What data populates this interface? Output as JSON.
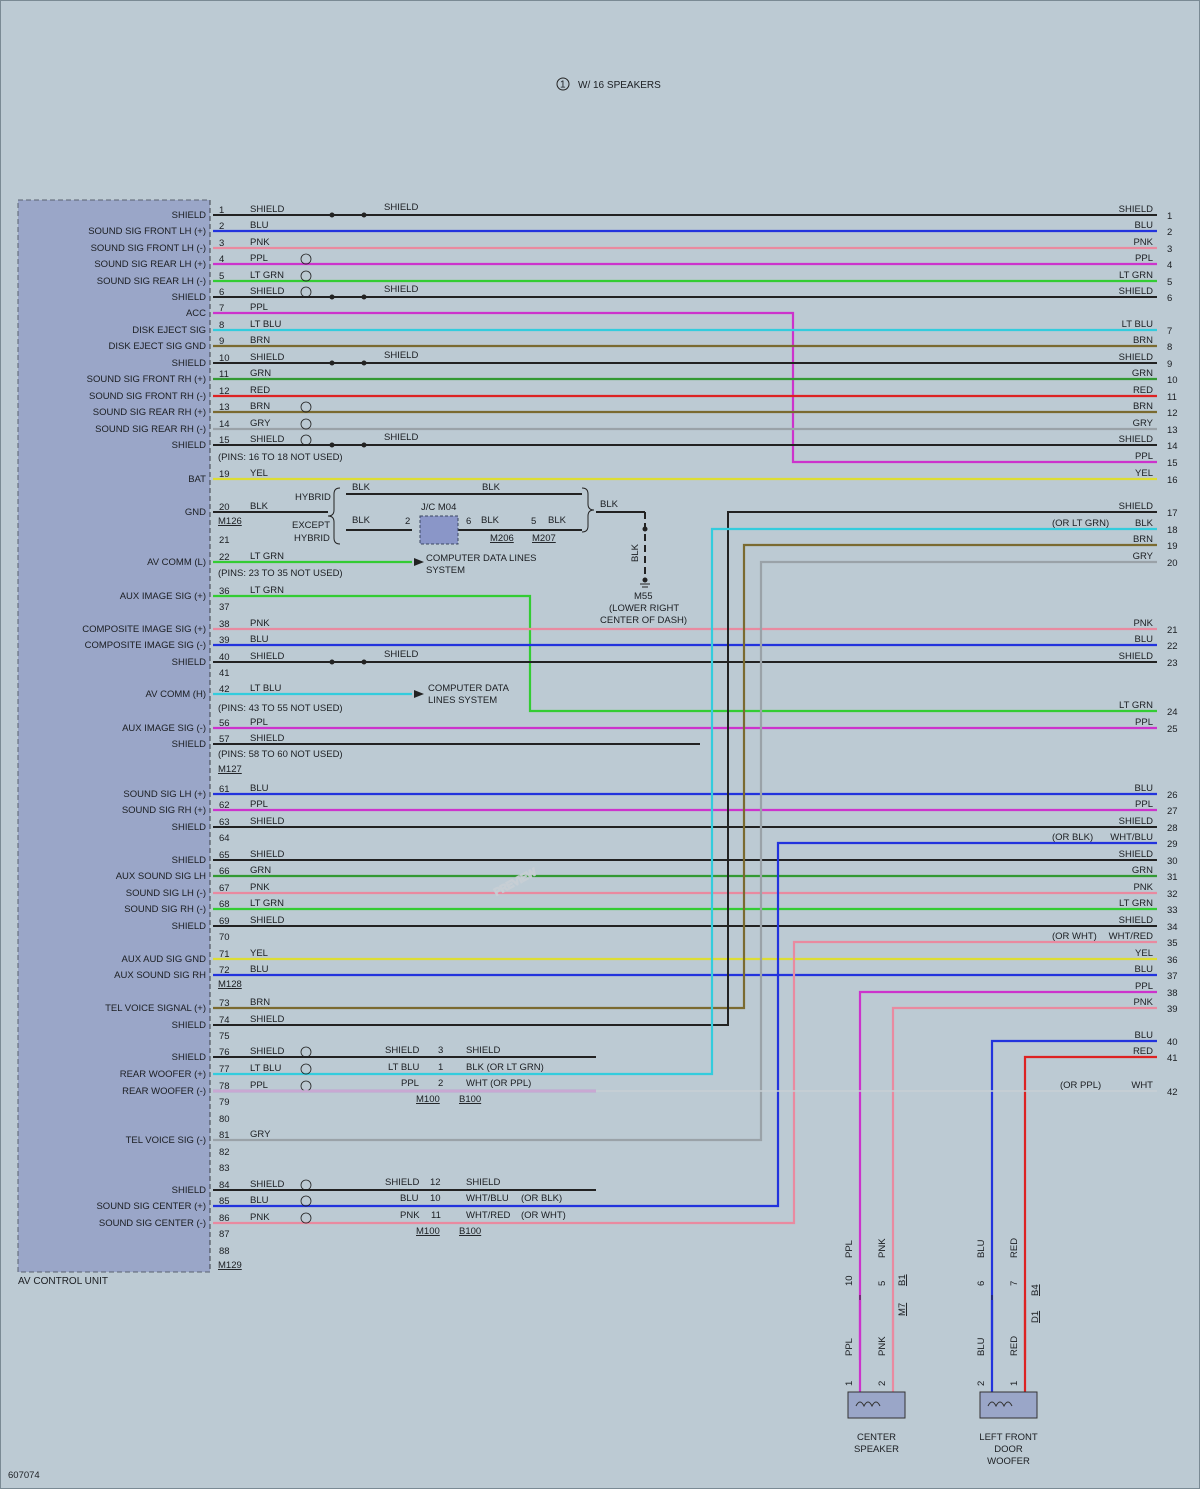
{
  "header_note": "W/ 16 SPEAKERS",
  "note_symbol": "1",
  "unit_label": "AV CONTROL UNIT",
  "diagram_id": "607074",
  "watermark": "PREVIEW",
  "colors": {
    "SHIELD": "#222222",
    "BLU": "#2233dd",
    "PNK": "#e98aa0",
    "PPL": "#cc33cc",
    "LT GRN": "#33cc33",
    "LT BLU": "#33ccdd",
    "BRN": "#7a6a30",
    "GRN": "#339933",
    "RED": "#dd2222",
    "GRY": "#9aa2a8",
    "YEL": "#dddd33",
    "BLK": "#222222",
    "WHT": "#e8e8e8",
    "WHT/BLU": "#8888ff",
    "WHT/RED": "#d08080"
  },
  "signals": [
    {
      "name": "SHIELD"
    },
    {
      "name": "SOUND SIG FRONT LH (+)"
    },
    {
      "name": "SOUND SIG FRONT LH (-)"
    },
    {
      "name": "SOUND SIG REAR LH (+)"
    },
    {
      "name": "SOUND SIG REAR LH (-)"
    },
    {
      "name": "SHIELD"
    },
    {
      "name": "ACC"
    },
    {
      "name": "DISK EJECT SIG"
    },
    {
      "name": "DISK EJECT SIG GND"
    },
    {
      "name": "SHIELD"
    },
    {
      "name": "SOUND SIG FRONT RH (+)"
    },
    {
      "name": "SOUND SIG FRONT RH (-)"
    },
    {
      "name": "SOUND SIG REAR RH (+)"
    },
    {
      "name": "SOUND SIG REAR RH (-)"
    },
    {
      "name": "SHIELD"
    },
    {
      "name": "BAT"
    },
    {
      "name": "GND"
    },
    {
      "name": "AV COMM (L)"
    },
    {
      "name": "AUX IMAGE SIG (+)"
    },
    {
      "name": "COMPOSITE IMAGE SIG (+)"
    },
    {
      "name": "COMPOSITE IMAGE SIG (-)"
    },
    {
      "name": "SHIELD"
    },
    {
      "name": "AV COMM (H)"
    },
    {
      "name": "AUX IMAGE SIG (-)"
    },
    {
      "name": "SHIELD"
    },
    {
      "name": "SOUND SIG LH (+)"
    },
    {
      "name": "SOUND SIG RH (+)"
    },
    {
      "name": "SHIELD"
    },
    {
      "name": "SHIELD"
    },
    {
      "name": "AUX SOUND SIG LH"
    },
    {
      "name": "SOUND SIG LH (-)"
    },
    {
      "name": "SOUND SIG RH (-)"
    },
    {
      "name": "SHIELD"
    },
    {
      "name": "AUX AUD SIG GND"
    },
    {
      "name": "AUX SOUND SIG RH"
    },
    {
      "name": "TEL VOICE SIGNAL (+)"
    },
    {
      "name": "SHIELD"
    },
    {
      "name": "SHIELD"
    },
    {
      "name": "REAR WOOFER (+)"
    },
    {
      "name": "REAR WOOFER (-)"
    },
    {
      "name": "TEL VOICE SIG (-)"
    },
    {
      "name": "SHIELD"
    },
    {
      "name": "SOUND SIG CENTER (+)"
    },
    {
      "name": "SOUND SIG CENTER (-)"
    }
  ],
  "wires": [
    {
      "pin": "1",
      "color": "SHIELD",
      "rpin": "1",
      "rlabel": "SHIELD"
    },
    {
      "pin": "2",
      "color": "BLU",
      "rpin": "2",
      "rlabel": "BLU"
    },
    {
      "pin": "3",
      "color": "PNK",
      "rpin": "3",
      "rlabel": "PNK"
    },
    {
      "pin": "4",
      "color": "PPL",
      "rpin": "4",
      "rlabel": "PPL"
    },
    {
      "pin": "5",
      "color": "LT GRN",
      "rpin": "5",
      "rlabel": "LT GRN"
    },
    {
      "pin": "6",
      "color": "SHIELD",
      "rpin": "6",
      "rlabel": "SHIELD"
    },
    {
      "pin": "7",
      "color": "PPL",
      "rpin": "15",
      "rlabel": "PPL"
    },
    {
      "pin": "8",
      "color": "LT BLU",
      "rpin": "7",
      "rlabel": "LT BLU"
    },
    {
      "pin": "9",
      "color": "BRN",
      "rpin": "8",
      "rlabel": "BRN"
    },
    {
      "pin": "10",
      "color": "SHIELD",
      "rpin": "9",
      "rlabel": "SHIELD"
    },
    {
      "pin": "11",
      "color": "GRN",
      "rpin": "10",
      "rlabel": "GRN"
    },
    {
      "pin": "12",
      "color": "RED",
      "rpin": "11",
      "rlabel": "RED"
    },
    {
      "pin": "13",
      "color": "BRN",
      "rpin": "12",
      "rlabel": "BRN"
    },
    {
      "pin": "14",
      "color": "GRY",
      "rpin": "13",
      "rlabel": "GRY"
    },
    {
      "pin": "15",
      "color": "SHIELD",
      "rpin": "14",
      "rlabel": "SHIELD"
    },
    {
      "pin": "19",
      "color": "YEL",
      "rpin": "16",
      "rlabel": "YEL"
    },
    {
      "pin": "20",
      "color": "BLK",
      "rpin": "",
      "rlabel": ""
    },
    {
      "pin": "21",
      "color": "",
      "rpin": "",
      "rlabel": ""
    },
    {
      "pin": "22",
      "color": "LT GRN",
      "rpin": "",
      "rlabel": ""
    },
    {
      "pin": "36",
      "color": "LT GRN",
      "rpin": "24",
      "rlabel": "LT GRN"
    },
    {
      "pin": "37",
      "color": "",
      "rpin": "",
      "rlabel": ""
    },
    {
      "pin": "38",
      "color": "PNK",
      "rpin": "21",
      "rlabel": "PNK"
    },
    {
      "pin": "39",
      "color": "BLU",
      "rpin": "22",
      "rlabel": "BLU"
    },
    {
      "pin": "40",
      "color": "SHIELD",
      "rpin": "23",
      "rlabel": "SHIELD"
    },
    {
      "pin": "41",
      "color": "",
      "rpin": "",
      "rlabel": ""
    },
    {
      "pin": "42",
      "color": "LT BLU",
      "rpin": "",
      "rlabel": ""
    },
    {
      "pin": "56",
      "color": "PPL",
      "rpin": "25",
      "rlabel": "PPL"
    },
    {
      "pin": "57",
      "color": "SHIELD",
      "rpin": "",
      "rlabel": ""
    },
    {
      "pin": "61",
      "color": "BLU",
      "rpin": "26",
      "rlabel": "BLU"
    },
    {
      "pin": "62",
      "color": "PPL",
      "rpin": "27",
      "rlabel": "PPL"
    },
    {
      "pin": "63",
      "color": "SHIELD",
      "rpin": "28",
      "rlabel": "SHIELD"
    },
    {
      "pin": "64",
      "color": "",
      "rpin": "",
      "rlabel": ""
    },
    {
      "pin": "65",
      "color": "SHIELD",
      "rpin": "30",
      "rlabel": "SHIELD"
    },
    {
      "pin": "66",
      "color": "GRN",
      "rpin": "31",
      "rlabel": "GRN"
    },
    {
      "pin": "67",
      "color": "PNK",
      "rpin": "32",
      "rlabel": "PNK"
    },
    {
      "pin": "68",
      "color": "LT GRN",
      "rpin": "33",
      "rlabel": "LT GRN"
    },
    {
      "pin": "69",
      "color": "SHIELD",
      "rpin": "34",
      "rlabel": "SHIELD"
    },
    {
      "pin": "70",
      "color": "",
      "rpin": "",
      "rlabel": ""
    },
    {
      "pin": "71",
      "color": "YEL",
      "rpin": "36",
      "rlabel": "YEL"
    },
    {
      "pin": "72",
      "color": "BLU",
      "rpin": "37",
      "rlabel": "BLU"
    },
    {
      "pin": "73",
      "color": "BRN",
      "rpin": "",
      "rlabel": ""
    },
    {
      "pin": "74",
      "color": "SHIELD",
      "rpin": "",
      "rlabel": ""
    },
    {
      "pin": "75",
      "color": "",
      "rpin": "",
      "rlabel": ""
    },
    {
      "pin": "76",
      "color": "SHIELD",
      "rpin": "",
      "rlabel": ""
    },
    {
      "pin": "77",
      "color": "LT BLU",
      "rpin": "",
      "rlabel": ""
    },
    {
      "pin": "78",
      "color": "PPL",
      "rpin": "",
      "rlabel": ""
    },
    {
      "pin": "79",
      "color": "",
      "rpin": "",
      "rlabel": ""
    },
    {
      "pin": "80",
      "color": "",
      "rpin": "",
      "rlabel": ""
    },
    {
      "pin": "81",
      "color": "GRY",
      "rpin": "",
      "rlabel": ""
    },
    {
      "pin": "82",
      "color": "",
      "rpin": "",
      "rlabel": ""
    },
    {
      "pin": "83",
      "color": "",
      "rpin": "",
      "rlabel": ""
    },
    {
      "pin": "84",
      "color": "SHIELD",
      "rpin": "",
      "rlabel": ""
    },
    {
      "pin": "85",
      "color": "BLU",
      "rpin": "",
      "rlabel": ""
    },
    {
      "pin": "86",
      "color": "PNK",
      "rpin": "",
      "rlabel": ""
    },
    {
      "pin": "87",
      "color": "",
      "rpin": "",
      "rlabel": ""
    },
    {
      "pin": "88",
      "color": "",
      "rpin": "",
      "rlabel": ""
    }
  ],
  "right_extra": [
    {
      "rpin": "17",
      "rlabel": "SHIELD"
    },
    {
      "rpin": "18",
      "rlabel": "BLK",
      "alt": "(OR LT GRN)"
    },
    {
      "rpin": "19",
      "rlabel": "BRN"
    },
    {
      "rpin": "20",
      "rlabel": "GRY"
    },
    {
      "rpin": "29",
      "rlabel": "WHT/BLU",
      "alt": "(OR BLK)"
    },
    {
      "rpin": "35",
      "rlabel": "WHT/RED",
      "alt": "(OR WHT)"
    },
    {
      "rpin": "38",
      "rlabel": "PPL"
    },
    {
      "rpin": "39",
      "rlabel": "PNK"
    },
    {
      "rpin": "40",
      "rlabel": "BLU"
    },
    {
      "rpin": "41",
      "rlabel": "RED"
    },
    {
      "rpin": "42",
      "rlabel": "WHT",
      "alt": "(OR PPL)"
    }
  ],
  "notes": {
    "pins_16_18": "(PINS: 16 TO 18 NOT USED)",
    "pins_23_35": "(PINS: 23 TO 35 NOT USED)",
    "pins_43_55": "(PINS: 43 TO 55 NOT USED)",
    "pins_58_60": "(PINS: 58 TO 60 NOT USED)",
    "cdl1": "COMPUTER DATA LINES",
    "cdl1b": "SYSTEM",
    "cdl2": "COMPUTER DATA",
    "cdl2b": "LINES SYSTEM",
    "hybrid": "HYBRID",
    "except": "EXCEPT",
    "except2": "HYBRID",
    "jc": "J/C M04",
    "m55": "M55",
    "m55a": "(LOWER RIGHT",
    "m55b": "CENTER OF DASH)",
    "blk": "BLK",
    "shield": "SHIELD"
  },
  "connectors": {
    "m126": "M126",
    "m127": "M127",
    "m128": "M128",
    "m129": "M129",
    "m206": "M206",
    "m207": "M207",
    "m100": "M100",
    "b100": "B100",
    "b1": "B1",
    "m7": "M7",
    "b4": "B4",
    "d1": "D1"
  },
  "inline_labels": {
    "s3": "3",
    "s1": "1",
    "s2": "2",
    "s12": "12",
    "s10": "10",
    "s11": "11",
    "j2": "2",
    "j6": "6",
    "j5": "5",
    "ltblu": "LT BLU",
    "ppl": "PPL",
    "blu": "BLU",
    "pnk": "PNK",
    "shield": "SHIELD",
    "blk_or": "BLK (OR LT GRN)",
    "wht_or": "WHT (OR PPL)",
    "whtblu": "WHT/BLU",
    "orblk": "(OR BLK)",
    "whtred": "WHT/RED",
    "orwht": "(OR WHT)"
  },
  "speakers": [
    {
      "name1": "CENTER",
      "name2": "SPEAKER",
      "name3": "",
      "wire_a": "PPL",
      "wire_b": "PNK",
      "pin_a_top": "10",
      "pin_b_top": "5",
      "pin_a": "1",
      "pin_b": "2"
    },
    {
      "name1": "LEFT FRONT",
      "name2": "DOOR",
      "name3": "WOOFER",
      "wire_a": "BLU",
      "wire_b": "RED",
      "pin_a_top": "6",
      "pin_b_top": "7",
      "pin_a": "2",
      "pin_b": "1"
    }
  ]
}
